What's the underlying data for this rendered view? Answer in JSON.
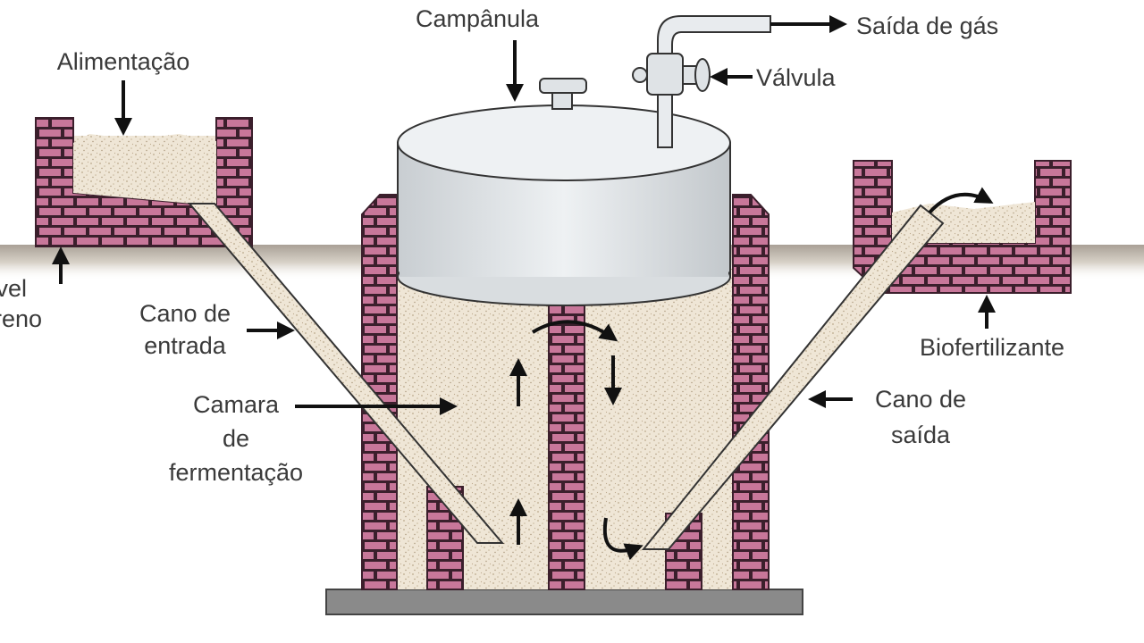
{
  "labels": {
    "alimentacao": "Alimentação",
    "campanula": "Campânula",
    "saida_gas": "Saída de gás",
    "valvula": "Válvula",
    "nivel_line1": "Nível",
    "nivel_line2": "terreno",
    "cano_entrada_line1": "Cano de",
    "cano_entrada_line2": "entrada",
    "camara_line1": "Camara",
    "camara_line2": "de",
    "camara_line3": "fermentação",
    "biofertilizante": "Biofertilizante",
    "cano_saida_line1": "Cano de",
    "cano_saida_line2": "saída"
  },
  "colors": {
    "brick": "#c8779a",
    "mortar": "#3b1f2c",
    "slurry": "#efe6d6",
    "bell": "#dfe3e6",
    "ground": "#c9c0b4",
    "arrow": "#111111",
    "base": "#8a8a8a"
  }
}
